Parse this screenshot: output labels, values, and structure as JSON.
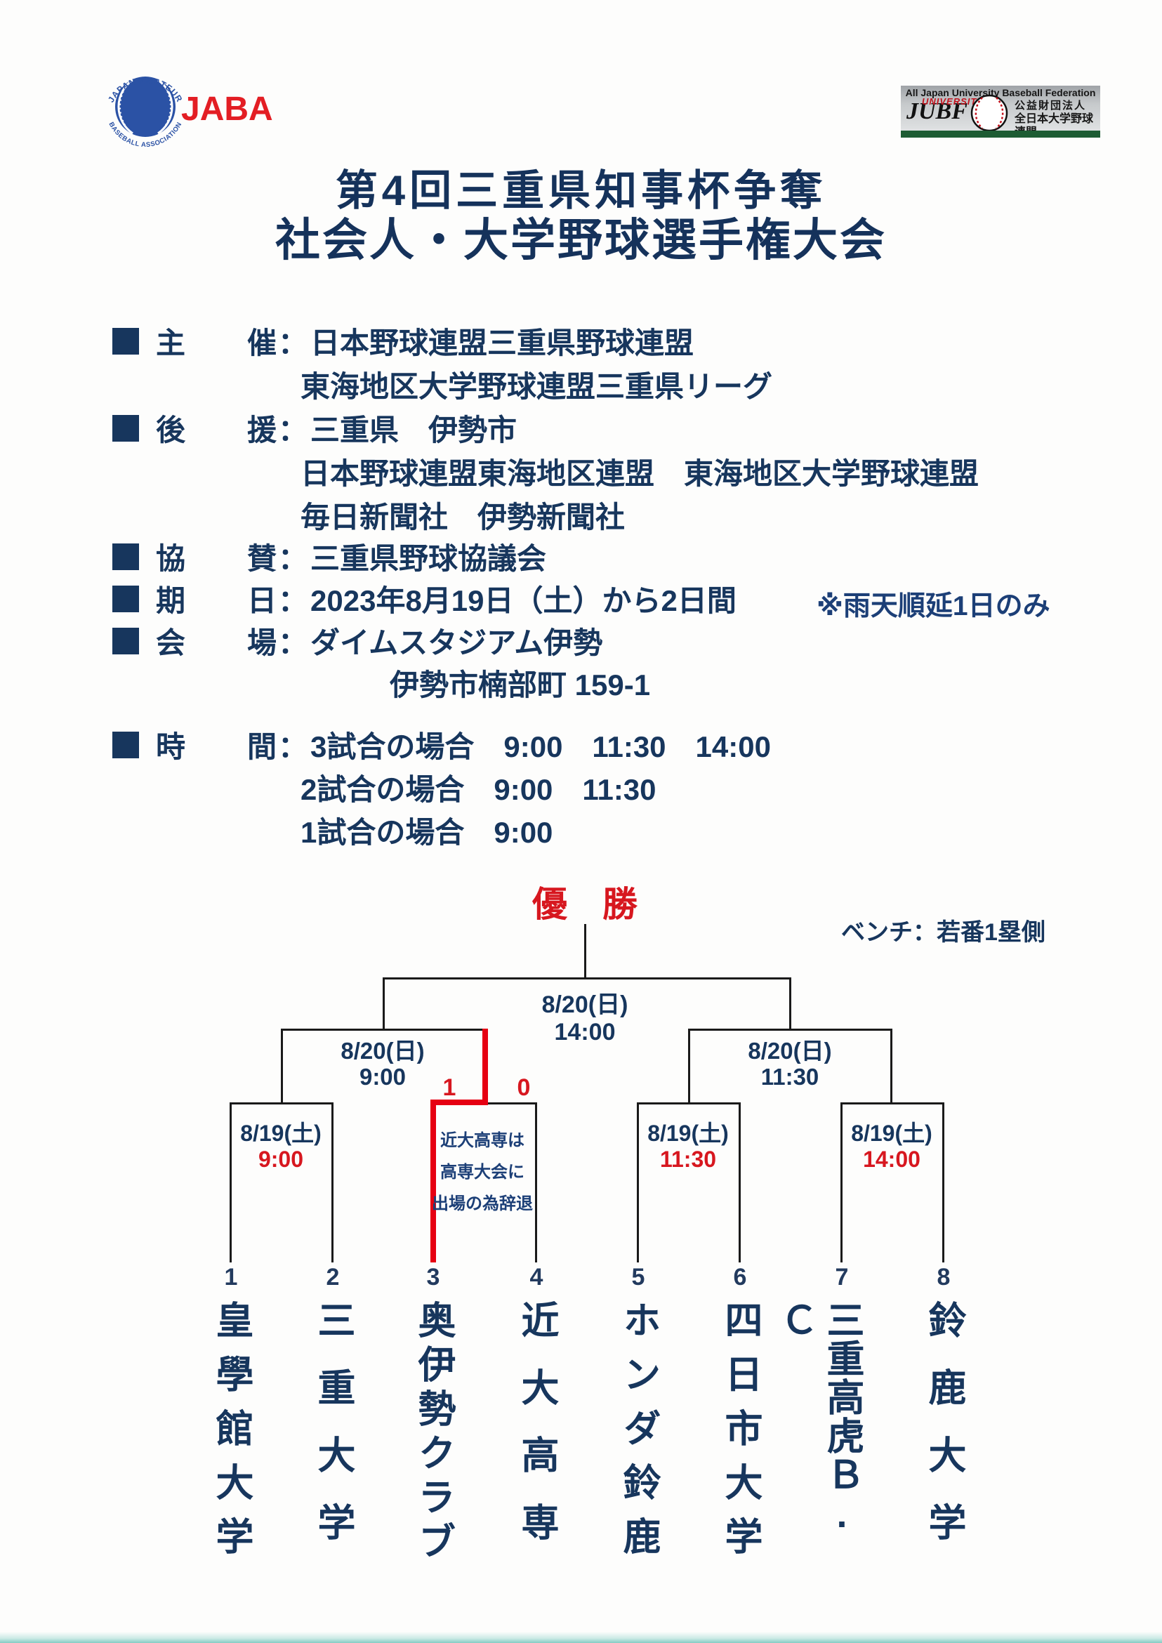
{
  "colors": {
    "navy": "#17365d",
    "red_text": "#d7171f",
    "red_line": "#e60012",
    "jaba_blue": "#2b52a5",
    "jaba_red": "#e31e24",
    "jubf_green": "#1d5c33"
  },
  "logos": {
    "jaba": {
      "wordmark": "JABA",
      "arc_top": "JAPAN AMATEUR",
      "arc_bottom": "BASEBALL ASSOCIATION"
    },
    "jubf": {
      "header": "All Japan University Baseball Federation",
      "acronym": "JUBF",
      "overlay": "UNIVERSITY",
      "org_line1": "公益財団法人",
      "org_line2": "全日本大学野球連盟"
    }
  },
  "title": {
    "line1": "第4回三重県知事杯争奪",
    "line2": "社会人・大学野球選手権大会"
  },
  "info": {
    "sep": "：",
    "host": {
      "l1": "主",
      "l2": "催",
      "line1": "日本野球連盟三重県野球連盟",
      "line2": "東海地区大学野球連盟三重県リーグ"
    },
    "support": {
      "l1": "後",
      "l2": "援",
      "line1": "三重県　伊勢市",
      "line2": "日本野球連盟東海地区連盟　東海地区大学野球連盟",
      "line3": "毎日新聞社　伊勢新聞社"
    },
    "sponsor": {
      "l1": "協",
      "l2": "賛",
      "line1": "三重県野球協議会"
    },
    "dates": {
      "l1": "期",
      "l2": "日",
      "line1": "2023年8月19日（土）から2日間",
      "note": "※雨天順延1日のみ"
    },
    "venue": {
      "l1": "会",
      "l2": "場",
      "line1": "ダイムスタジアム伊勢",
      "line2": "伊勢市楠部町 159-1"
    },
    "time": {
      "l1": "時",
      "l2": "間",
      "line1": "3試合の場合　9:00　11:30　14:00",
      "line2": "2試合の場合　9:00　11:30",
      "line3": "1試合の場合　9:00"
    }
  },
  "bracket": {
    "champion": "優　勝",
    "bench_note": "ベンチ：若番1塁側",
    "final": {
      "date": "8/20(日)",
      "time": "14:00"
    },
    "sf1": {
      "date": "8/20(日)",
      "time": "9:00"
    },
    "sf2": {
      "date": "8/20(日)",
      "time": "11:30"
    },
    "qf1": {
      "date": "8/19(土)",
      "time": "9:00"
    },
    "qf2": {
      "score_left": "1",
      "score_right": "0",
      "note1": "近大高専は",
      "note2": "高専大会に",
      "note3": "出場の為辞退"
    },
    "qf3": {
      "date": "8/19(土)",
      "time": "11:30"
    },
    "qf4": {
      "date": "8/19(土)",
      "time": "14:00"
    },
    "teams": [
      {
        "number": "1",
        "name": "皇學館大学"
      },
      {
        "number": "2",
        "name": "三重大学"
      },
      {
        "number": "3",
        "name": "奥伊勢クラブ"
      },
      {
        "number": "4",
        "name": "近大高専"
      },
      {
        "number": "5",
        "name": "ホンダ鈴鹿"
      },
      {
        "number": "6",
        "name": "四日市大学"
      },
      {
        "number": "7",
        "name": "三重高虎Ｂ.Ｃ"
      },
      {
        "number": "8",
        "name": "鈴鹿大学"
      }
    ]
  }
}
